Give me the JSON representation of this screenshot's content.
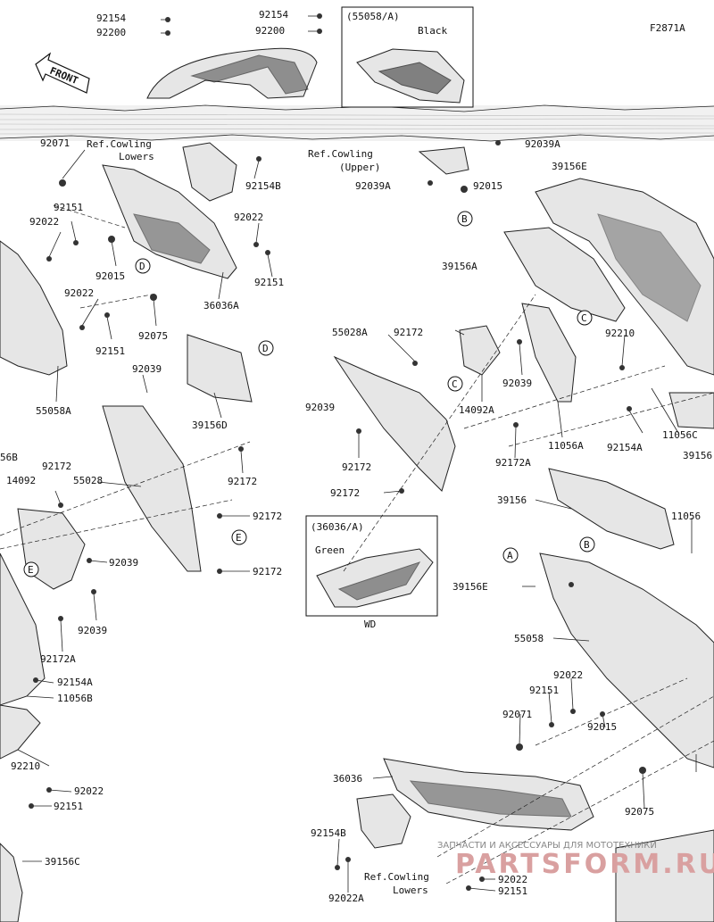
{
  "figure_code": "F2871A",
  "front_label": "FRONT",
  "variant_black": {
    "code": "(55058/A)",
    "color": "Black"
  },
  "variant_green": {
    "code": "(36036/A)",
    "color": "Green",
    "footer": "WD"
  },
  "refs": {
    "lowers_top": [
      "Ref.Cowling",
      "Lowers"
    ],
    "upper": [
      "Ref.Cowling",
      "(Upper)"
    ],
    "lowers_bottom": [
      "Ref.Cowling",
      "Lowers"
    ]
  },
  "circles": [
    "A",
    "B",
    "C",
    "D",
    "E"
  ],
  "parts": {
    "p92154_a": "92154",
    "p92200_a": "92200",
    "p92154_b": "92154",
    "p92200_b": "92200",
    "p92071_a": "92071",
    "p92154B_a": "92154B",
    "p92039A_a": "92039A",
    "p39156E_a": "39156E",
    "p92039A_b": "92039A",
    "p92015_a": "92015",
    "p92151_a": "92151",
    "p92022_a": "92022",
    "p92022_b": "92022",
    "p92015_b": "92015",
    "p39156A": "39156A",
    "p92151_b": "92151",
    "p36036A": "36036A",
    "p92022_c": "92022",
    "p92075_a": "92075",
    "p92151_c": "92151",
    "p55028A": "55028A",
    "p92172_a": "92172",
    "p92210_a": "92210",
    "p92039_a": "92039",
    "p92039_b": "92039",
    "p92039_c": "92039",
    "p14092A": "14092A",
    "p55058A": "55058A",
    "p39156D": "39156D",
    "p11056A": "11056A",
    "p11056C": "11056C",
    "p92154A_a": "92154A",
    "p39156_r": "39156",
    "p56B": "56B",
    "p92172_b": "92172",
    "p92172_c": "92172",
    "p92172A_a": "92172A",
    "p92172_d": "92172",
    "p14092": "14092",
    "p55028": "55028",
    "p92172_e": "92172",
    "p39156": "39156",
    "p92172_f": "92172",
    "p11056": "11056",
    "p92039_d": "92039",
    "p92172_g": "92172",
    "p92039_e": "92039",
    "p39156E_b": "39156E",
    "p92172A_b": "92172A",
    "p55058": "55058",
    "p92154A_b": "92154A",
    "p11056B": "11056B",
    "p92022_d": "92022",
    "p92151_d": "92151",
    "p92071_b": "92071",
    "p92015_c": "92015",
    "p92210_b": "92210",
    "p92022_e": "92022",
    "p92151_e": "92151",
    "p36036": "36036",
    "p92075_b": "92075",
    "p39156C": "39156C",
    "p92154B_b": "92154B",
    "p92022A": "92022A",
    "p92022_f": "92022",
    "p92151_f": "92151"
  },
  "watermark": {
    "tagline": "ЗАПЧАСТИ И АКСЕССУАРЫ ДЛЯ МОТОТЕХНИКИ",
    "brand": "PARTSFORM.RU"
  }
}
